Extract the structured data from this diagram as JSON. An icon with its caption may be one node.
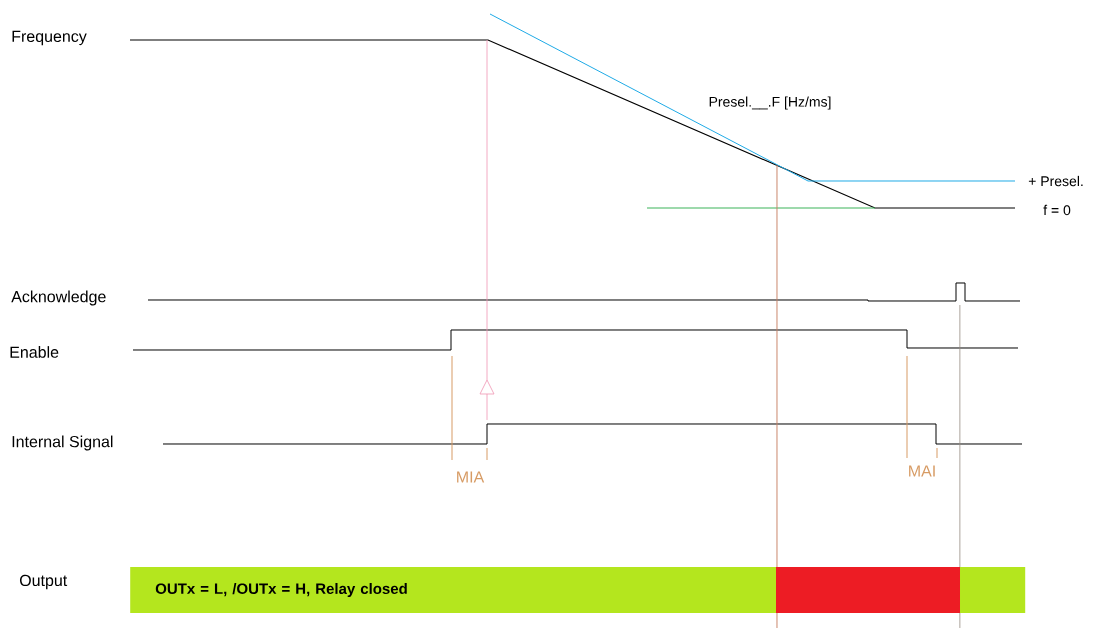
{
  "diagram": {
    "nodes": [
      {
        "text": [
          "OUTx = L, /OUTx = H, Relay closed"
        ]
      },
      {
        "text": [],
        "shape": "bar",
        "in": 0
      }
    ],
    "labels": [
      "Frequency",
      "Presel.__.F [Hz/ms]",
      "+ Presel.",
      "f = 0",
      "Acknowledge",
      "Enable",
      "Internal Signal",
      "MIA",
      "MAI",
      "Output"
    ]
  }
}
